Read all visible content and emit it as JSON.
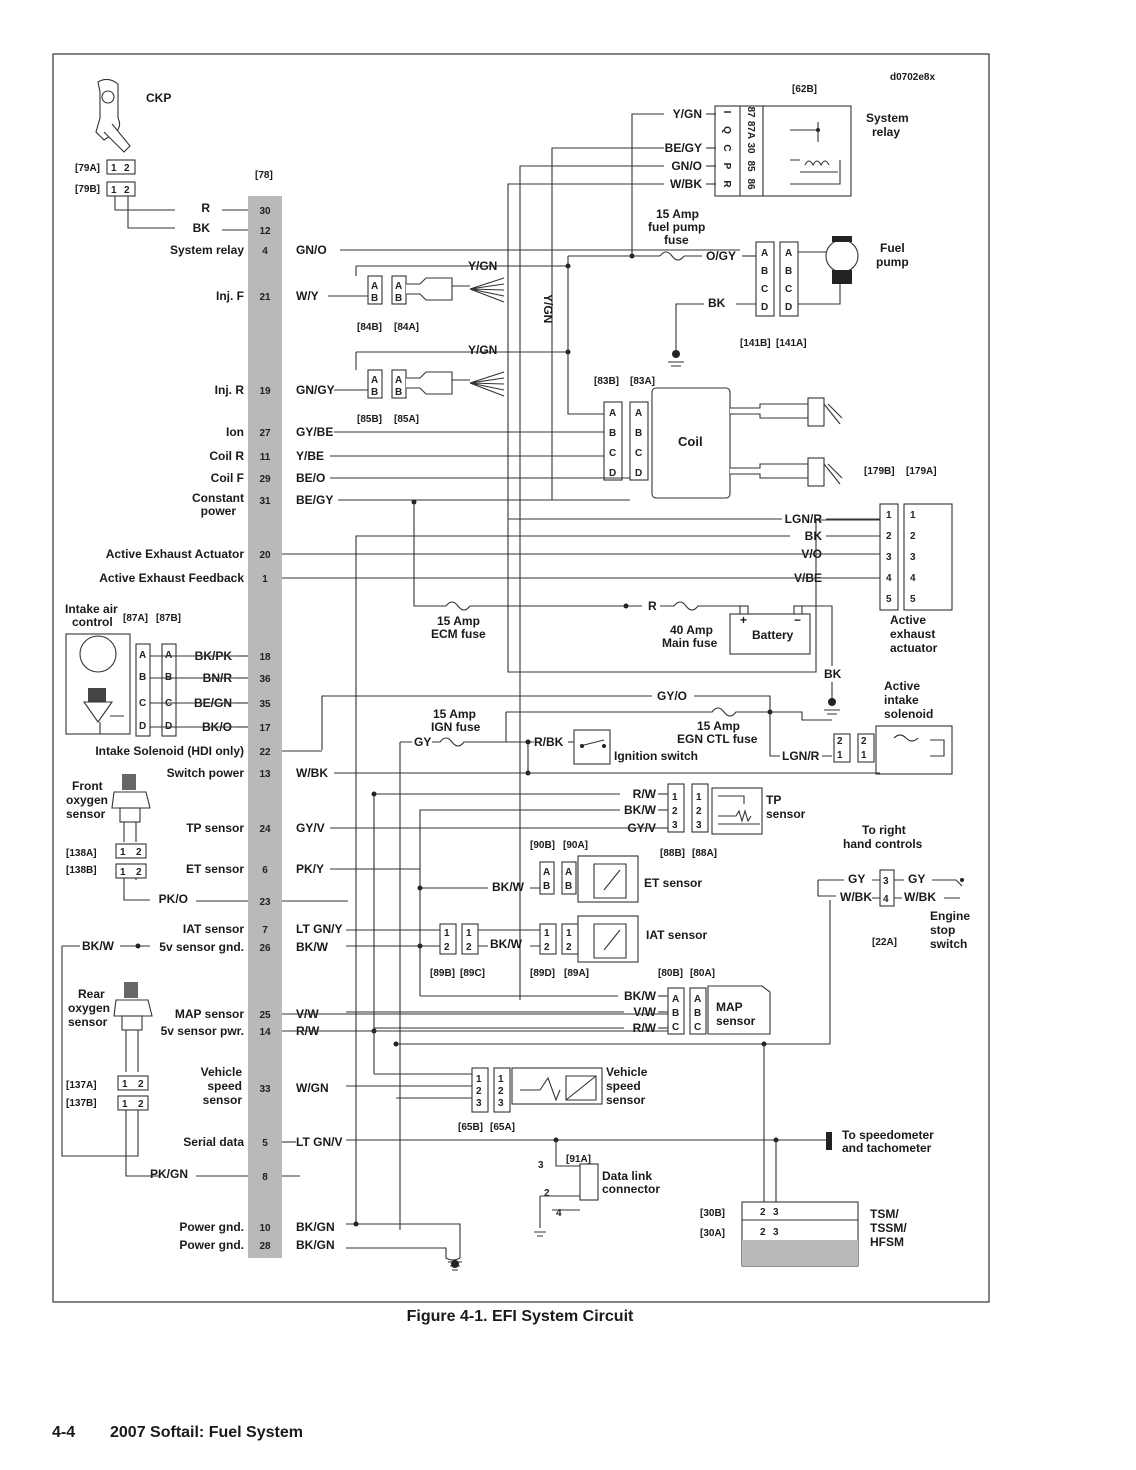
{
  "figure": {
    "caption": "Figure 4-1. EFI System Circuit",
    "doc_id": "d0702e8x"
  },
  "footer": {
    "page": "4-4",
    "title": "2007 Softail: Fuel System"
  },
  "ecm": {
    "connector": "[78]",
    "pins": [
      {
        "num": "30",
        "func": "",
        "wire": "R"
      },
      {
        "num": "12",
        "func": "",
        "wire": "BK"
      },
      {
        "num": "4",
        "func": "System relay",
        "wire": "GN/O"
      },
      {
        "num": "21",
        "func": "Inj. F",
        "wire": "W/Y"
      },
      {
        "num": "19",
        "func": "Inj. R",
        "wire": "GN/GY"
      },
      {
        "num": "27",
        "func": "Ion",
        "wire": "GY/BE"
      },
      {
        "num": "11",
        "func": "Coil R",
        "wire": "Y/BE"
      },
      {
        "num": "29",
        "func": "Coil F",
        "wire": "BE/O"
      },
      {
        "num": "31",
        "func": "Constant power",
        "wire": "BE/GY"
      },
      {
        "num": "20",
        "func": "Active Exhaust Actuator",
        "wire": ""
      },
      {
        "num": "1",
        "func": "Active Exhaust Feedback",
        "wire": ""
      },
      {
        "num": "18",
        "func": "",
        "wire": "BK/PK"
      },
      {
        "num": "36",
        "func": "",
        "wire": "BN/R"
      },
      {
        "num": "35",
        "func": "",
        "wire": "BE/GN"
      },
      {
        "num": "17",
        "func": "",
        "wire": "BK/O"
      },
      {
        "num": "22",
        "func": "Intake Solenoid (HDI only)",
        "wire": ""
      },
      {
        "num": "13",
        "func": "Switch power",
        "wire": "W/BK"
      },
      {
        "num": "24",
        "func": "TP sensor",
        "wire": "GY/V"
      },
      {
        "num": "6",
        "func": "ET sensor",
        "wire": "PK/Y"
      },
      {
        "num": "23",
        "func": "",
        "wire": "PK/O"
      },
      {
        "num": "7",
        "func": "IAT sensor",
        "wire": "LT GN/Y"
      },
      {
        "num": "26",
        "func": "5v sensor gnd.",
        "wire": "BK/W"
      },
      {
        "num": "25",
        "func": "MAP sensor",
        "wire": "V/W"
      },
      {
        "num": "14",
        "func": "5v sensor pwr.",
        "wire": "R/W"
      },
      {
        "num": "33",
        "func": "Vehicle speed sensor",
        "wire": "W/GN"
      },
      {
        "num": "5",
        "func": "Serial data",
        "wire": "LT GN/V"
      },
      {
        "num": "8",
        "func": "",
        "wire": "PK/GN"
      },
      {
        "num": "10",
        "func": "Power gnd.",
        "wire": "BK/GN"
      },
      {
        "num": "28",
        "func": "Power gnd.",
        "wire": "BK/GN"
      }
    ]
  },
  "components": {
    "ckp": "CKP",
    "ckp_conn_a": "[79A]",
    "ckp_conn_b": "[79B]",
    "system_relay": "System relay",
    "relay_conn": "[62B]",
    "relay_wires": [
      "Y/GN",
      "BE/GY",
      "GN/O",
      "W/BK"
    ],
    "relay_pins_left": [
      "I",
      "Q",
      "C",
      "P",
      "R"
    ],
    "relay_pins_right": [
      "87",
      "87A",
      "30",
      "85",
      "86"
    ],
    "fuel_pump_fuse": "15 Amp fuel pump fuse",
    "fuel_pump": "Fuel pump",
    "fuel_pump_wire": "O/GY",
    "fuel_pump_gnd": "BK",
    "fuel_pump_conn": [
      "[141B]",
      "[141A]"
    ],
    "inj_f_conn": [
      "[84B]",
      "[84A]"
    ],
    "inj_r_conn": [
      "[85B]",
      "[85A]"
    ],
    "inj_feed": "Y/GN",
    "coil": "Coil",
    "coil_conn": [
      "[83B]",
      "[83A]"
    ],
    "coil_feed": "Y/GN",
    "active_exhaust_conn": [
      "[179B]",
      "[179A]"
    ],
    "active_exhaust_wires": [
      "LGN/R",
      "BK",
      "V/O",
      "V/BE"
    ],
    "active_exhaust": "Active exhaust actuator",
    "ecm_fuse": "15 Amp ECM fuse",
    "main_fuse": "40 Amp Main fuse",
    "battery": "Battery",
    "battery_wire": "R",
    "battery_gnd": "BK",
    "intake_air_control": "Intake air control",
    "intake_conn": [
      "[87A]",
      "[87B]"
    ],
    "ign_fuse": "15 Amp IGN fuse",
    "egn_fuse": "15 Amp EGN CTL fuse",
    "ign_switch": "Ignition switch",
    "ign_wires": [
      "GY",
      "R/BK",
      "GY/O",
      "LGN/R"
    ],
    "active_intake_solenoid": "Active intake solenoid",
    "front_o2": "Front oxygen sensor",
    "front_o2_conn": [
      "[138A]",
      "[138B]"
    ],
    "rear_o2": "Rear oxygen sensor",
    "rear_o2_conn": [
      "[137A]",
      "[137B]"
    ],
    "tp_sensor": "TP sensor",
    "tp_wires": [
      "R/W",
      "BK/W",
      "GY/V"
    ],
    "tp_conn": [
      "[88B]",
      "[88A]"
    ],
    "et_sensor": "ET sensor",
    "et_conn": [
      "[90B]",
      "[90A]"
    ],
    "et_wire": "BK/W",
    "iat_sensor": "IAT sensor",
    "iat_conn": [
      "[89B]",
      "[89C]",
      "[89D]",
      "[89A]"
    ],
    "iat_wire": "BK/W",
    "map_sensor": "MAP sensor",
    "map_conn": [
      "[80B]",
      "[80A]"
    ],
    "map_wires": [
      "BK/W",
      "V/W",
      "R/W"
    ],
    "vss": "Vehicle speed sensor",
    "vss_conn": [
      "[65B]",
      "[65A]"
    ],
    "right_hand": "To right hand controls",
    "engine_stop": "Engine stop switch",
    "engine_stop_wires": [
      "GY",
      "W/BK",
      "GY",
      "W/BK"
    ],
    "engine_stop_conn": "[22A]",
    "data_link": "Data link connector",
    "data_link_conn": "[91A]",
    "speedo": "To speedometer and tachometer",
    "tsm": "TSM/ TSSM/ HFSM",
    "tsm_conn": [
      "[30B]",
      "[30A]"
    ],
    "gnd_wire": "BK/W"
  }
}
